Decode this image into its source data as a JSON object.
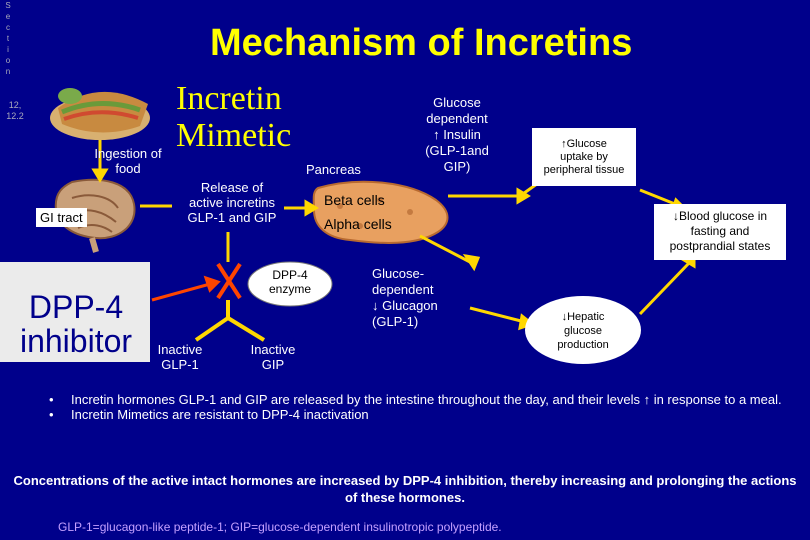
{
  "sidebar": {
    "letters": [
      "S",
      "e",
      "c",
      "t",
      "i",
      "o",
      "n"
    ],
    "number": "12,\n12.2"
  },
  "title": "Mechanism of Incretins",
  "subtitle_line1": "Incretin",
  "subtitle_line2": "Mimetic",
  "ingestion": "Ingestion of\nfood",
  "gi_tract": "GI tract",
  "release": "Release of\nactive incretins\nGLP-1 and GIP",
  "pancreas": "Pancreas",
  "beta_cells": "Beta cells",
  "alpha_cells": "Alpha cells",
  "glucose_dependent_insulin": "Glucose\ndependent\n↑ Insulin\n(GLP-1and\nGIP)",
  "glucose_uptake": "↑Glucose\nuptake by\nperipheral tissue",
  "blood_glucose": "↓Blood glucose in\nfasting and\npostprandial states",
  "dpp4_enzyme": "DPP-4\nenzyme",
  "glucagon": "Glucose-\ndependent\n↓ Glucagon\n(GLP-1)",
  "hepatic": "↓Hepatic\nglucose\nproduction",
  "inactive_glp1": "Inactive\nGLP-1",
  "inactive_gip": "Inactive\nGIP",
  "dpp4_inhibitor": "DPP-4\ninhibitor",
  "notes": [
    "Incretin hormones GLP-1 and GIP are released by the intestine throughout the day, and their levels ↑ in response to a meal.",
    "Incretin Mimetics are resistant to DPP-4 inactivation"
  ],
  "conclusion": "Concentrations of the active intact hormones are increased by DPP-4 inhibition,  thereby increasing and prolonging the actions of these hormones.",
  "footnote": "GLP-1=glucagon-like peptide-1; GIP=glucose-dependent insulinotropic polypeptide.",
  "colors": {
    "background": "#00008b",
    "title": "#ffff00",
    "arrow": "#ffd700",
    "inhibit": "#ff4500",
    "footnote": "#c4a0ff",
    "pancreas": "#e8a060"
  }
}
